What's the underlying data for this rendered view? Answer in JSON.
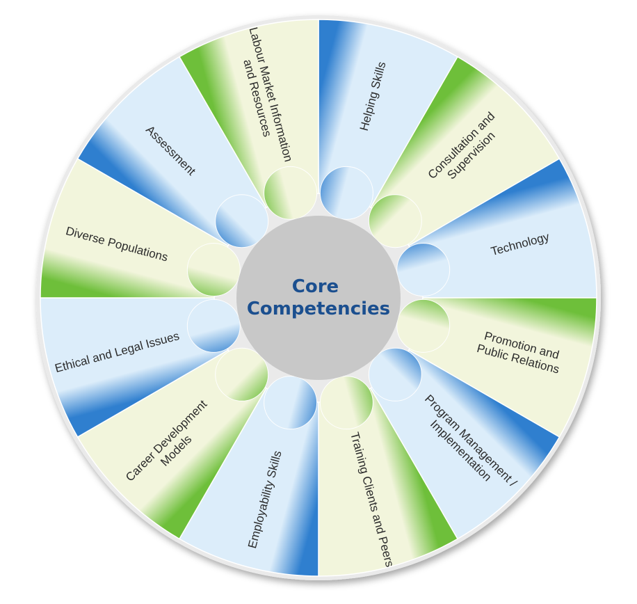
{
  "center": {
    "title_lines": [
      "Core",
      "Competencies"
    ],
    "title_color": "#1b4f8f",
    "fill_color": "#c8c8c8"
  },
  "palette": {
    "blue_light": "#dcedfa",
    "blue_dark": "#2f7fcf",
    "green_light": "#f2f5dc",
    "green_dark": "#6ebf3a",
    "ring_border": "#eaeaea"
  },
  "segments": [
    {
      "id": "helping-skills",
      "lines": [
        "Helping Skills"
      ],
      "theme": "blue"
    },
    {
      "id": "consultation-and-supervision",
      "lines": [
        "Consultation and",
        "Supervision"
      ],
      "theme": "green"
    },
    {
      "id": "technology",
      "lines": [
        "Technology"
      ],
      "theme": "blue"
    },
    {
      "id": "promotion-and-public-relations",
      "lines": [
        "Promotion and",
        "Public Relations"
      ],
      "theme": "green"
    },
    {
      "id": "program-management-implementation",
      "lines": [
        "Program Management /",
        "Implementation"
      ],
      "theme": "blue"
    },
    {
      "id": "training-clients-and-peers",
      "lines": [
        "Training Clients and Peers"
      ],
      "theme": "green"
    },
    {
      "id": "employability-skills",
      "lines": [
        "Employability Skills"
      ],
      "theme": "blue"
    },
    {
      "id": "career-development-models",
      "lines": [
        "Career Development",
        "Models"
      ],
      "theme": "green"
    },
    {
      "id": "ethical-and-legal-issues",
      "lines": [
        "Ethical and Legal Issues"
      ],
      "theme": "blue"
    },
    {
      "id": "diverse-populations",
      "lines": [
        "Diverse Populations"
      ],
      "theme": "green"
    },
    {
      "id": "assessment",
      "lines": [
        "Assessment"
      ],
      "theme": "blue"
    },
    {
      "id": "labour-market-information-and-resources",
      "lines": [
        "Labour Market Information",
        "and Resources"
      ],
      "theme": "green"
    }
  ]
}
